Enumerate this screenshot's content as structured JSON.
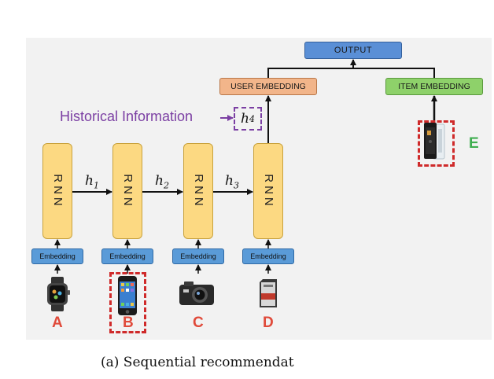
{
  "nodes": {
    "output": "OUTPUT",
    "user_embedding": "USER EMBEDDING",
    "item_embedding": "ITEM EMBEDDING"
  },
  "rnn_label": "RNN",
  "embedding_label": "Embedding",
  "hidden_states": {
    "h1": "h",
    "h2": "h",
    "h3": "h",
    "h4": "h",
    "h1_sub": "1",
    "h2_sub": "2",
    "h3_sub": "3",
    "h4_sub": "4"
  },
  "historical_label": "Historical Information",
  "items": [
    {
      "letter": "A",
      "icon": "smartwatch-icon"
    },
    {
      "letter": "B",
      "icon": "smartphone-icon"
    },
    {
      "letter": "C",
      "icon": "camera-icon"
    },
    {
      "letter": "D",
      "icon": "sd-card-icon"
    }
  ],
  "target_item": {
    "letter": "E",
    "icon": "phone-case-icon"
  },
  "caption": "(a)  Sequential recommendat",
  "colors": {
    "output": "#5a8fd6",
    "user_embedding": "#f2b58a",
    "item_embedding": "#8ed16a",
    "rnn": "#fcd982",
    "embedding": "#5a9bd8",
    "historical": "#7b3fa3",
    "highlight": "#cf2a2a",
    "letters": "#e04a3a",
    "target_letter": "#3fae50"
  }
}
